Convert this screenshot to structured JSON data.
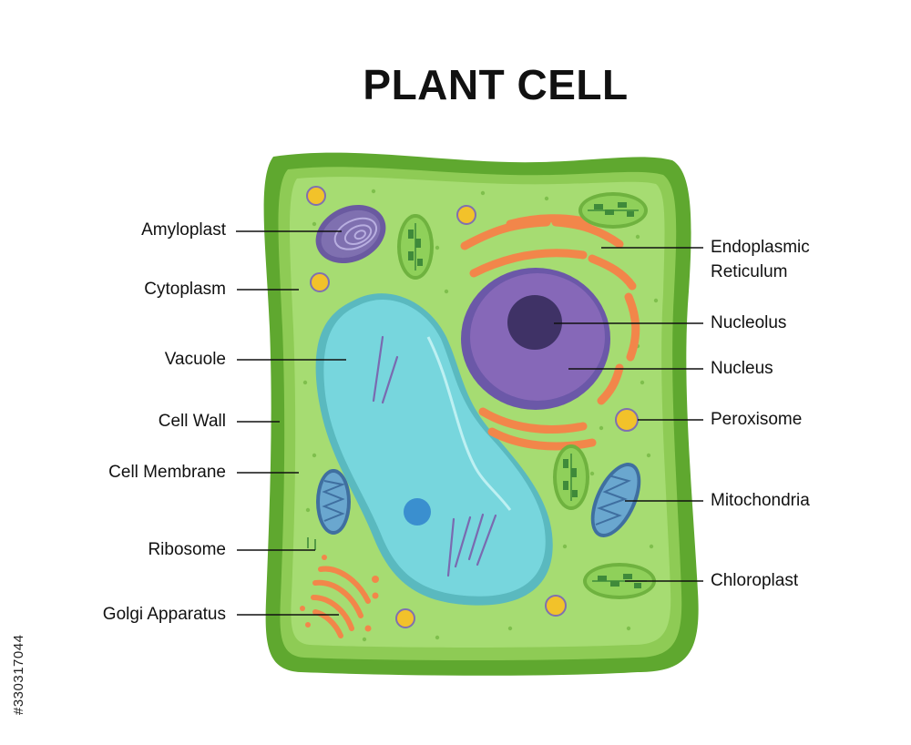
{
  "title": "PLANT CELL",
  "labels_left": {
    "amyloplast": "Amyloplast",
    "cytoplasm": "Cytoplasm",
    "vacuole": "Vacuole",
    "cell_wall": "Cell Wall",
    "cell_membrane": "Cell Membrane",
    "ribosome": "Ribosome",
    "golgi_apparatus": "Golgi Apparatus"
  },
  "labels_right": {
    "endoplasmic_reticulum_line1": "Endoplasmic",
    "endoplasmic_reticulum_line2": "Reticulum",
    "nucleolus": "Nucleolus",
    "nucleus": "Nucleus",
    "peroxisome": "Peroxisome",
    "mitochondria": "Mitochondria",
    "chloroplast": "Chloroplast"
  },
  "stock_id": "#330317044",
  "colors": {
    "cell_wall": "#5fa82f",
    "cytoplasm": "#a6dc72",
    "vacuole": "#77d6dd",
    "nucleus": "#8668b8",
    "nucleolus": "#3f3266",
    "er": "#f2864a",
    "chloroplast": "#8fd05a",
    "mitochondria": "#6aa7cf",
    "amyloplast": "#7f70b0",
    "peroxisome": "#f2c22a"
  }
}
